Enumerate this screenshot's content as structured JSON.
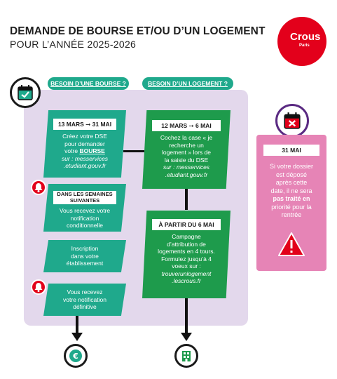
{
  "header": {
    "title": "DEMANDE DE BOURSE ET/OU D’UN LOGEMENT",
    "subtitle": "POUR L’ANNÉE 2025-2026"
  },
  "logo": {
    "brand": "Crous",
    "city": "Paris",
    "color": "#e3001b"
  },
  "colors": {
    "teal": "#1fa98c",
    "green": "#1e9b4c",
    "panel": "#e3d8ec",
    "pink": "#e684b6",
    "alert": "#e2001a"
  },
  "bourse": {
    "pill": "BESOIN D’UNE BOURSE ?",
    "icon": "calendar-check-icon",
    "step1": {
      "date_start": "13 MARS",
      "date_end": "31 MAI",
      "line1": "Créez votre DSE",
      "line2": "pour demander",
      "line3_pre": "votre ",
      "line3_em": "BOURSE",
      "line4": "sur : messervices",
      "line5": ".etudiant.gouv.fr"
    },
    "step2": {
      "header_l1": "DANS LES SEMAINES",
      "header_l2": "SUIVANTES",
      "line1": "Vous recevez votre",
      "line2": "notification",
      "line3": "conditionnelle"
    },
    "step3": {
      "line1": "Inscription",
      "line2": "dans votre",
      "line3": "établissement"
    },
    "step4": {
      "line1": "Vous recevez",
      "line2": "votre notification",
      "line3": "définitive"
    },
    "end_icon": "euro-coin-icon"
  },
  "logement": {
    "pill": "BESOIN D’UN LOGEMENT ?",
    "step1": {
      "date_start": "12 MARS",
      "date_end": "6 MAI",
      "line1": "Cochez la case « je",
      "line2": "recherche un",
      "line3": "logement » lors de",
      "line4": "la saisie du DSE",
      "line5": "sur : messervices",
      "line6": ".etudiant.gouv.fr"
    },
    "step2": {
      "header": "À PARTIR DU 6 MAI",
      "line1": "Campagne",
      "line2": "d’attribution de",
      "line3": "logements en 4 tours.",
      "line4": "Formulez jusqu’à 4",
      "line5": "voeux sur :",
      "line6": "trouverunlogement",
      "line7": ".lescrous.fr"
    },
    "end_icon": "building-icon"
  },
  "alert": {
    "icon": "calendar-cross-icon",
    "date": "31 MAI",
    "line1": "Si votre dossier",
    "line2": "est déposé",
    "line3": "après cette",
    "line4": "date, il ne sera",
    "line5": "pas traité en",
    "line6": "priorité pour la",
    "line7": "rentrée",
    "warning_icon": "warning-icon"
  }
}
